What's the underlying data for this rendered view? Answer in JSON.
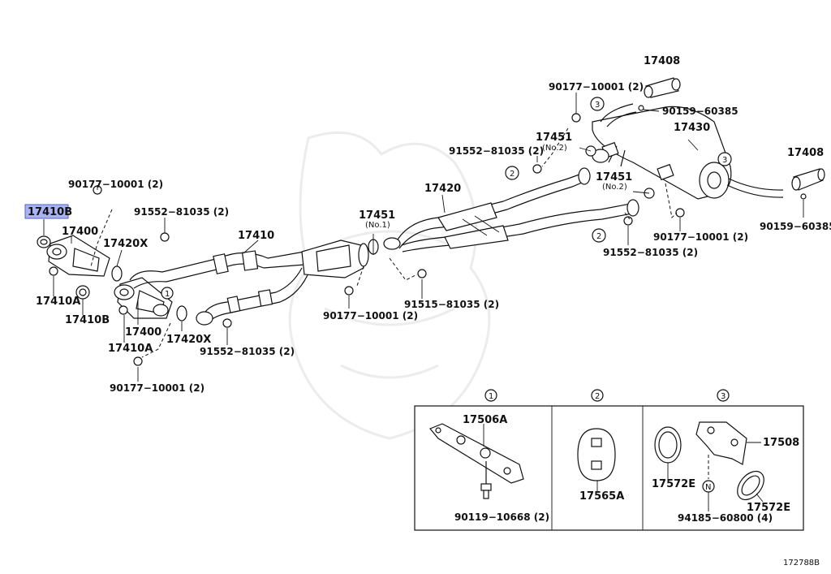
{
  "diagram_id": "172788B",
  "highlight_color": "#a9b3f2",
  "callouts": {
    "p17408_a": "17408",
    "p90177_top": "90177−10001 (2)",
    "p90159_a": "90159−60385",
    "p17430": "17430",
    "p17408_b": "17408",
    "p91552_top": "91552−81035 (2)",
    "p17451_a": "17451",
    "p17451_a_sub": "(No.2)",
    "p17451_b": "17451",
    "p17451_b_sub": "(No.2)",
    "p90159_b": "90159−60385",
    "p17420": "17420",
    "p90177_right": "90177−10001 (2)",
    "p91552_right": "91552−81035 (2)",
    "p17451_c": "17451",
    "p17451_c_sub": "(No.1)",
    "p90177_left": "90177−10001 (2)",
    "p17410B_a": "17410B",
    "p91552_left": "91552−81035 (2)",
    "p17400_a": "17400",
    "p17410": "17410",
    "p17420X_a": "17420X",
    "p17410A_a": "17410A",
    "p17410B_b": "17410B",
    "p17400_b": "17400",
    "p17410A_b": "17410A",
    "p17420X_b": "17420X",
    "p91552_mid": "91552−81035 (2)",
    "p90177_center": "90177−10001 (2)",
    "p91515": "91515−81035 (2)",
    "p90177_bottom": "90177−10001 (2)"
  },
  "markers": {
    "m1": "1",
    "m2": "2",
    "m3": "3"
  },
  "inset_panels": [
    {
      "marker": "1",
      "parts": [
        "17506A",
        "90119−10668 (2)"
      ]
    },
    {
      "marker": "2",
      "parts": [
        "17565A"
      ]
    },
    {
      "marker": "3",
      "parts": [
        "17508",
        "17572E",
        "17572E",
        "94185−60800 (4)"
      ],
      "nut_symbol": "N"
    }
  ]
}
